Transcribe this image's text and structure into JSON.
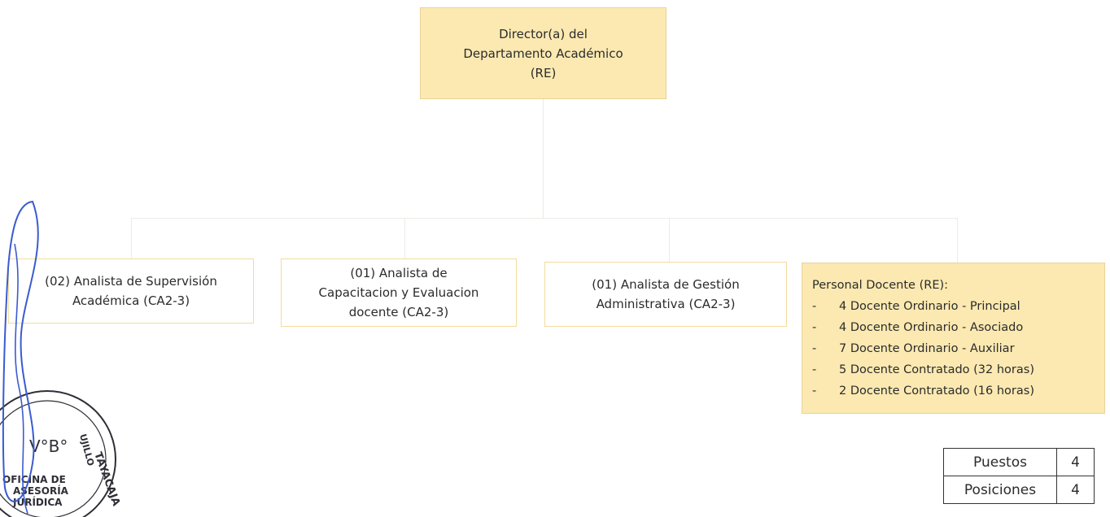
{
  "director": {
    "lines": [
      "Director(a) del",
      "Departamento Académico",
      "(RE)"
    ]
  },
  "analysts": [
    {
      "lines": [
        "(02) Analista de Supervisión",
        "Académica (CA2-3)"
      ]
    },
    {
      "lines": [
        "(01) Analista de",
        "Capacitacion y Evaluacion",
        "docente (CA2-3)"
      ]
    },
    {
      "lines": [
        "(01) Analista de Gestión",
        "Administrativa (CA2-3)"
      ]
    }
  ],
  "teaching_staff": {
    "title": "Personal Docente (RE):",
    "items": [
      "4 Docente Ordinario - Principal",
      "4 Docente Ordinario - Asociado",
      "7 Docente Ordinario - Auxiliar",
      "5 Docente Contratado (32 horas)",
      "2 Docente Contratado (16 horas)"
    ]
  },
  "seal": {
    "top": "V°B°",
    "lines": [
      "OFICINA DE",
      "ASESORÍA",
      "JURÍDICA"
    ],
    "side": "TAYACAJA",
    "side2": "UJILLO"
  },
  "summary": [
    {
      "label": "Puestos",
      "value": "4"
    },
    {
      "label": "Posiciones",
      "value": "4"
    }
  ]
}
